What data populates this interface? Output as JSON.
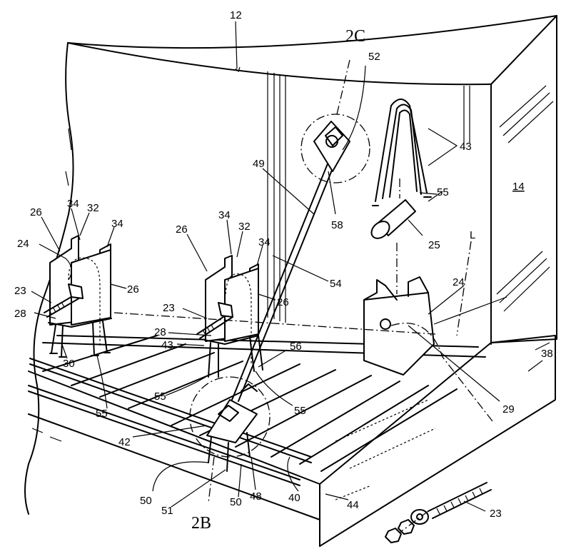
{
  "labels": {
    "l12": "12",
    "l2C": "2C",
    "l52": "52",
    "l43a": "43",
    "l55a": "55",
    "l14": "14",
    "l49": "49",
    "l58": "58",
    "l25": "25",
    "lL": "L",
    "l24a": "24",
    "l24b": "24",
    "l26a": "26",
    "l34a": "34",
    "l32a": "32",
    "l34b": "34",
    "l26b": "26",
    "l23a": "23",
    "l28a": "28",
    "l30": "30",
    "l55b": "55",
    "l26c": "26",
    "l34c": "34",
    "l32b": "32",
    "l34d": "34",
    "l26d": "26",
    "l23b": "23",
    "l28b": "28",
    "l43b": "43",
    "l54": "54",
    "l56": "56",
    "l55c": "55",
    "l55d": "55",
    "l29": "29",
    "l38": "38",
    "l42": "42",
    "l50a": "50",
    "l51": "51",
    "l50b": "50",
    "l2B": "2B",
    "l48": "48",
    "l40": "40",
    "l44": "44",
    "l23c": "23"
  }
}
